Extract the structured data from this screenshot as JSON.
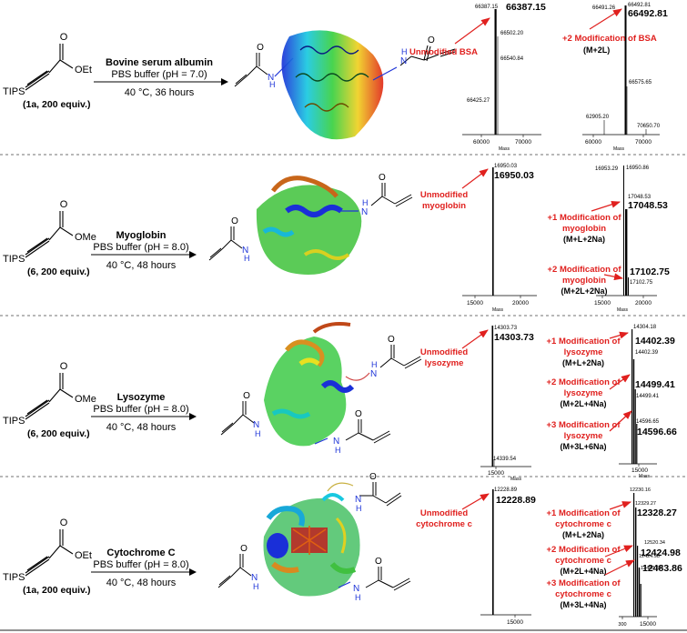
{
  "colors": {
    "accent": "#e0201e",
    "nitrogen": "#1f35d8"
  },
  "panels": [
    {
      "protein": "Bovine serum albumin",
      "buffer": "PBS buffer (pH = 7.0)",
      "conditions": "40 °C, 36 hours",
      "reagent_group": "OEt",
      "reagent_label": "TIPS",
      "reagent_note": "(1a, 200 equiv.)",
      "unmod": {
        "label": [
          "Unmodified BSA"
        ],
        "main_peak": "66387.15",
        "peaks_small": [
          "66387.15",
          "66502.20",
          "66540.84",
          "66425.27"
        ],
        "ticks": [
          "60000",
          "70000"
        ],
        "axis": "Mass"
      },
      "mod": {
        "labels": [
          {
            "lines": [
              "+2 Modification of BSA"
            ],
            "formula": "(M+2L)",
            "peak": "66492.81"
          }
        ],
        "peaks_small": [
          "66491.26",
          "66492.81",
          "66575.65",
          "62905.20",
          "70650.70"
        ],
        "ticks": [
          "60000",
          "70000"
        ],
        "axis": "Mass"
      }
    },
    {
      "protein": "Myoglobin",
      "buffer": "PBS buffer (pH = 8.0)",
      "conditions": "40 °C, 48 hours",
      "reagent_group": "OMe",
      "reagent_label": "TIPS",
      "reagent_note": "(6, 200 equiv.)",
      "unmod": {
        "label": [
          "Unmodified",
          "myoglobin"
        ],
        "main_peak": "16950.03",
        "peaks_small": [
          "16950.03"
        ],
        "ticks": [
          "15000",
          "20000"
        ],
        "axis": "Mass"
      },
      "mod": {
        "labels": [
          {
            "lines": [
              "+1 Modification of",
              "myoglobin"
            ],
            "formula": "(M+L+2Na)",
            "peak": "17048.53"
          },
          {
            "lines": [
              "+2 Modification of",
              "myoglobin"
            ],
            "formula": "(M+2L+2Na)",
            "peak": "17102.75"
          }
        ],
        "peaks_small": [
          "16953.29",
          "16950.86",
          "17048.53",
          "17102.75"
        ],
        "ticks": [
          "15000",
          "20000"
        ],
        "axis": "Mass"
      }
    },
    {
      "protein": "Lysozyme",
      "buffer": "PBS buffer (pH = 8.0)",
      "conditions": "40 °C, 48 hours",
      "reagent_group": "OMe",
      "reagent_label": "TIPS",
      "reagent_note": "(6, 200 equiv.)",
      "unmod": {
        "label": [
          "Unmodified",
          "lysozyme"
        ],
        "main_peak": "14303.73",
        "peaks_small": [
          "14303.73",
          "14339.54"
        ],
        "ticks": [
          "15000"
        ],
        "axis": "Mass"
      },
      "mod": {
        "labels": [
          {
            "lines": [
              "+1 Modification of",
              "lysozyme"
            ],
            "formula": "(M+L+2Na)",
            "peak": "14402.39"
          },
          {
            "lines": [
              "+2 Modification of",
              "lysozyme"
            ],
            "formula": "(M+2L+4Na)",
            "peak": "14499.41"
          },
          {
            "lines": [
              "+3 Modification of",
              "lysozyme"
            ],
            "formula": "(M+3L+6Na)",
            "peak": "14596.66"
          }
        ],
        "peaks_small": [
          "14304.18",
          "14402.39",
          "14499.41",
          "14596.65"
        ],
        "ticks": [
          "15000"
        ],
        "axis": "Mass"
      }
    },
    {
      "protein": "Cytochrome C",
      "buffer": "PBS buffer (pH = 8.0)",
      "conditions": "40 °C, 48 hours",
      "reagent_group": "OEt",
      "reagent_label": "TIPS",
      "reagent_note": "(1a, 200 equiv.)",
      "unmod": {
        "label": [
          "Unmodified",
          "cytochrome c"
        ],
        "main_peak": "12228.89",
        "peaks_small": [
          "12228.89"
        ],
        "ticks": [
          "15000"
        ],
        "axis": ""
      },
      "mod": {
        "labels": [
          {
            "lines": [
              "+1 Modification of",
              "cytochrome c"
            ],
            "formula": "(M+L+2Na)",
            "peak": "12328.27"
          },
          {
            "lines": [
              "+2 Modification of",
              "cytochrome c"
            ],
            "formula": "(M+2L+4Na)",
            "peak": "12424.98"
          },
          {
            "lines": [
              "+3 Modification of",
              "cytochrome c"
            ],
            "formula": "(M+3L+4Na)",
            "peak": "12483.86"
          }
        ],
        "peaks_small": [
          "12230.16",
          "12329.27",
          "12520.34",
          "12424.98",
          "12483.86"
        ],
        "ticks": [
          "300",
          "15000"
        ],
        "axis": ""
      }
    }
  ]
}
